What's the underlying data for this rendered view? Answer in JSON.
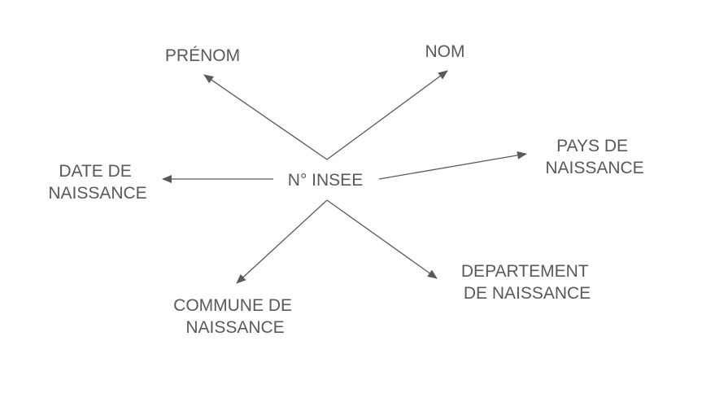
{
  "diagram": {
    "center": {
      "lines": [
        "N° INSEE"
      ]
    },
    "nodes": [
      {
        "id": "prenom",
        "lines": [
          "PRÉNOM"
        ]
      },
      {
        "id": "nom",
        "lines": [
          "NOM"
        ]
      },
      {
        "id": "pays",
        "lines": [
          "PAYS DE",
          "NAISSANCE"
        ]
      },
      {
        "id": "date",
        "lines": [
          "DATE DE",
          "NAISSANCE"
        ]
      },
      {
        "id": "commune",
        "lines": [
          "COMMUNE DE",
          "NAISSANCE"
        ]
      },
      {
        "id": "departement",
        "lines": [
          "DEPARTEMENT",
          "DE NAISSANCE"
        ]
      }
    ],
    "edges": [
      {
        "from": "center",
        "to": "prenom"
      },
      {
        "from": "center",
        "to": "nom"
      },
      {
        "from": "center",
        "to": "pays"
      },
      {
        "from": "center",
        "to": "date"
      },
      {
        "from": "center",
        "to": "commune"
      },
      {
        "from": "center",
        "to": "departement"
      }
    ],
    "colors": {
      "text": "#595959",
      "line": "#595959",
      "background": "#ffffff"
    }
  }
}
